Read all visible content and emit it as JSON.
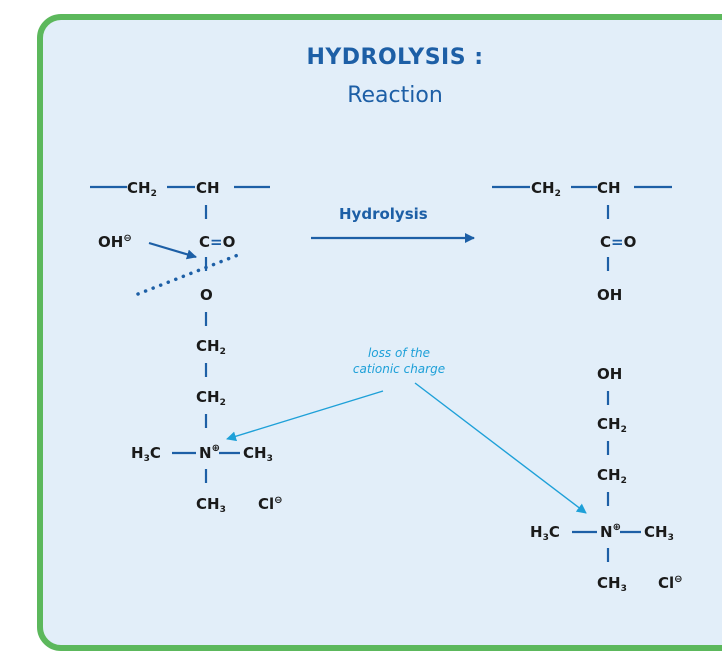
{
  "title": "HYDROLYSIS :",
  "subtitle": "Reaction",
  "arrow_label": "Hydrolysis",
  "annotation": {
    "line1": "loss of the",
    "line2": "cationic charge"
  },
  "reactant": {
    "ch2": "CH",
    "ch2_sub": "2",
    "ch": "CH",
    "hydroxide": "OH",
    "hydroxide_charge": "⊖",
    "carbonyl_c": "C",
    "carbonyl_eq": "=",
    "carbonyl_o": "O",
    "ester_o": "O",
    "chain1": "CH",
    "chain1_sub": "2",
    "chain2": "CH",
    "chain2_sub": "2",
    "methyl_left": "H",
    "methyl_left_sub": "3",
    "methyl_left_c": "C",
    "nitrogen": "N",
    "nitrogen_charge": "⊕",
    "methyl_right": "CH",
    "methyl_right_sub": "3",
    "methyl_bottom": "CH",
    "methyl_bottom_sub": "3",
    "chloride": "Cl",
    "chloride_charge": "⊖"
  },
  "product_acid": {
    "ch2": "CH",
    "ch2_sub": "2",
    "ch": "CH",
    "carbonyl_c": "C",
    "carbonyl_eq": "=",
    "carbonyl_o": "O",
    "hydroxyl": "OH"
  },
  "product_alcohol": {
    "hydroxyl": "OH",
    "chain1": "CH",
    "chain1_sub": "2",
    "chain2": "CH",
    "chain2_sub": "2",
    "methyl_left": "H",
    "methyl_left_sub": "3",
    "methyl_left_c": "C",
    "nitrogen": "N",
    "nitrogen_charge": "⊕",
    "methyl_right": "CH",
    "methyl_right_sub": "3",
    "methyl_bottom": "CH",
    "methyl_bottom_sub": "3",
    "chloride": "Cl",
    "chloride_charge": "⊖"
  },
  "colors": {
    "border": "#5cb85c",
    "panel": "#e2eef9",
    "bond": "#1d5fa6",
    "annotation": "#1ea0d8",
    "text": "#1a1a1a"
  }
}
